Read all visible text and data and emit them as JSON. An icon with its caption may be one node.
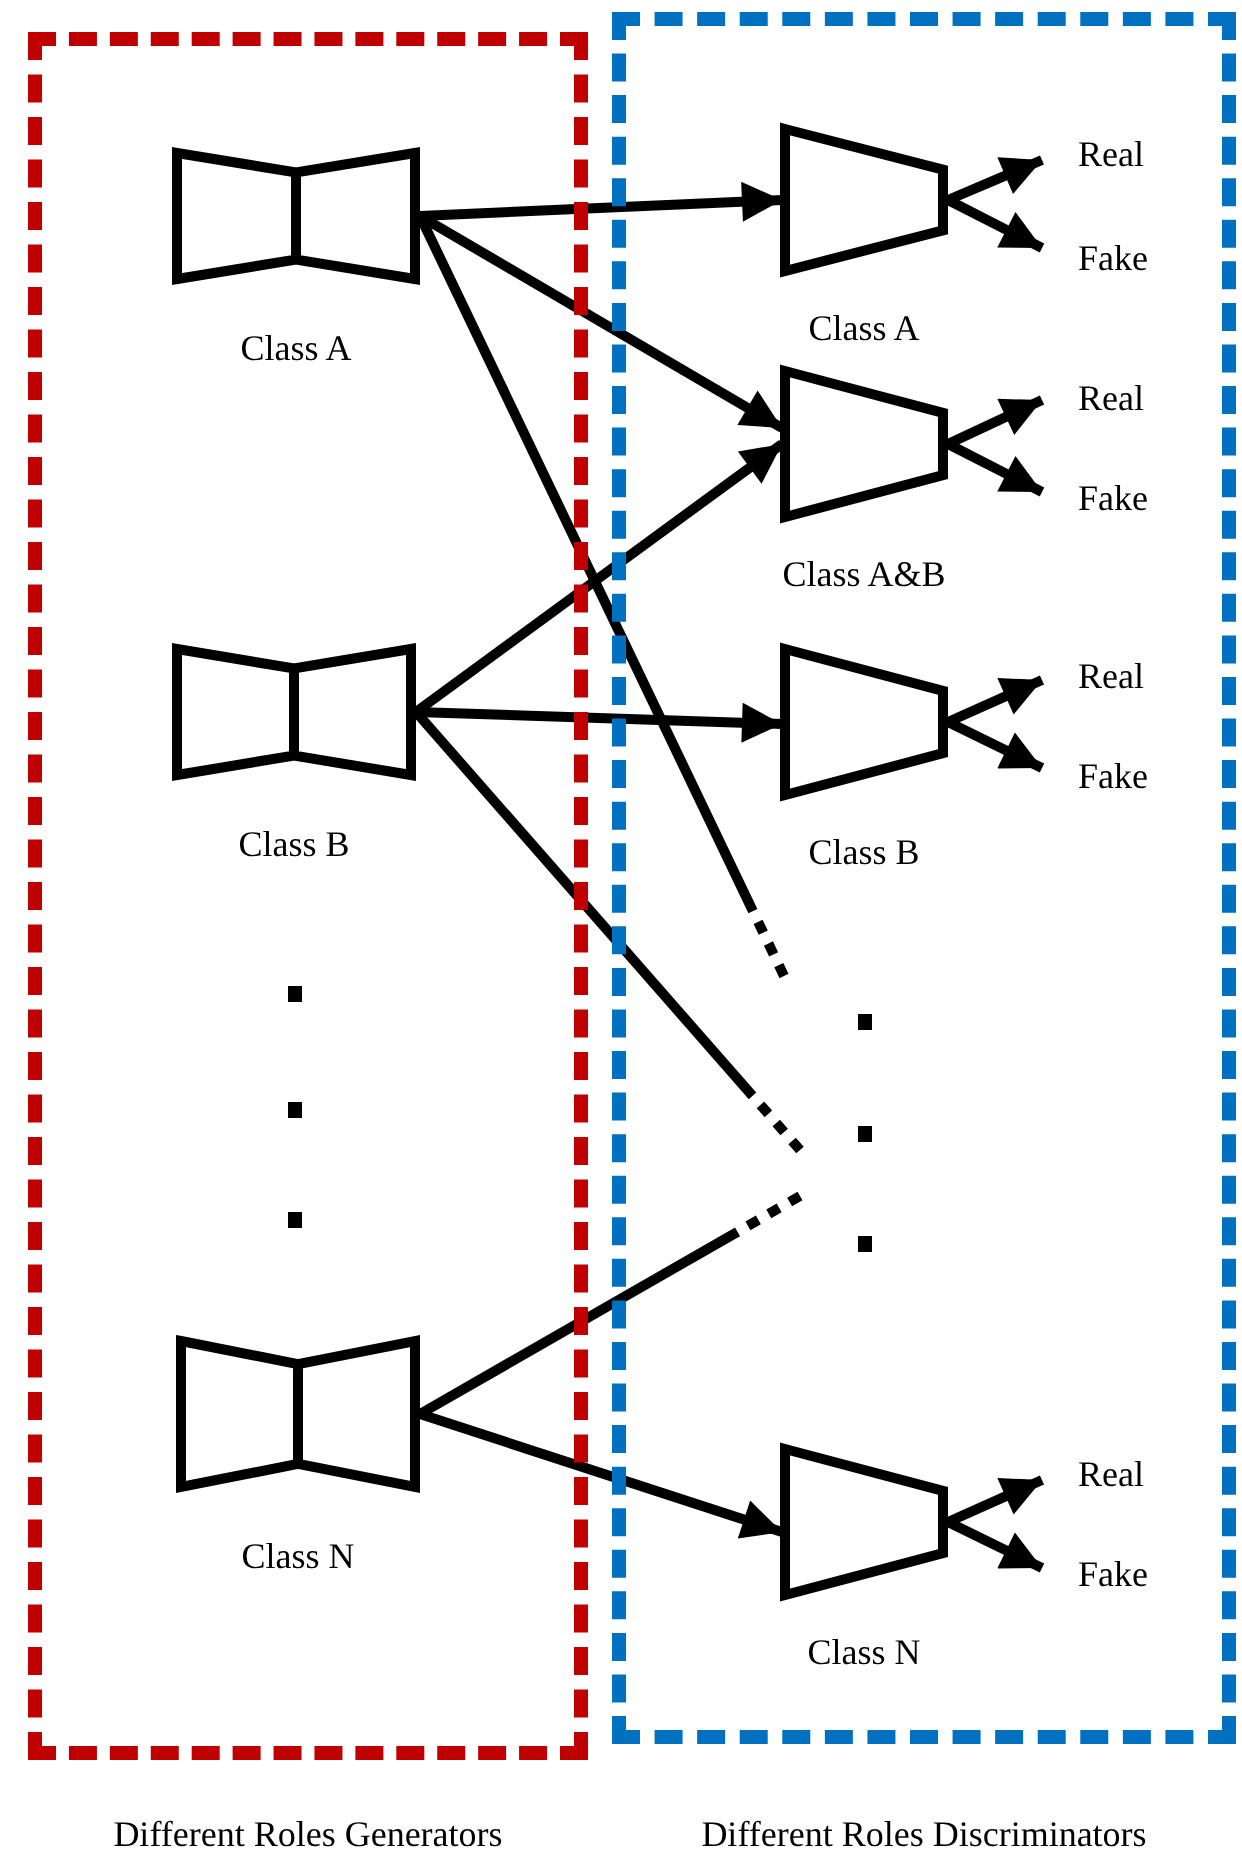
{
  "diagram": {
    "nodes": [
      {
        "text": [
          "Different Roles Generators"
        ]
      },
      {
        "text": [
          "Different Roles Discriminators"
        ]
      },
      {
        "text": [
          "Class A"
        ],
        "in": 0
      },
      {
        "text": [
          "Class B"
        ],
        "in": 0
      },
      {
        "text": [
          "Class N"
        ],
        "in": 0
      },
      {
        "text": [
          "Class A"
        ],
        "in": 1
      },
      {
        "text": [
          "Class A&B"
        ],
        "in": 1
      },
      {
        "text": [
          "Class B"
        ],
        "in": 1
      },
      {
        "text": [
          "Class N"
        ],
        "in": 1
      },
      {
        "text": [
          "Real"
        ],
        "in": 1
      },
      {
        "text": [
          "Fake"
        ],
        "in": 1
      },
      {
        "text": [
          "Real"
        ],
        "in": 1
      },
      {
        "text": [
          "Fake"
        ],
        "in": 1
      },
      {
        "text": [
          "Real"
        ],
        "in": 1
      },
      {
        "text": [
          "Fake"
        ],
        "in": 1
      },
      {
        "text": [
          "Real"
        ],
        "in": 1
      },
      {
        "text": [
          "Fake"
        ],
        "in": 1
      }
    ],
    "edges": [
      {
        "from": 2,
        "to": 5,
        "arrow": "to"
      },
      {
        "from": 2,
        "to": 6,
        "arrow": "to"
      },
      {
        "from": 2,
        "to": null,
        "arrow": "none",
        "style": "dashed"
      },
      {
        "from": 3,
        "to": 6,
        "arrow": "to"
      },
      {
        "from": 3,
        "to": 7,
        "arrow": "to"
      },
      {
        "from": 3,
        "to": null,
        "arrow": "none",
        "style": "dashed"
      },
      {
        "from": 4,
        "to": null,
        "arrow": "none",
        "style": "dashed"
      },
      {
        "from": 4,
        "to": 8,
        "arrow": "to"
      },
      {
        "from": 5,
        "to": 9,
        "arrow": "to"
      },
      {
        "from": 5,
        "to": 10,
        "arrow": "to"
      },
      {
        "from": 6,
        "to": 11,
        "arrow": "to"
      },
      {
        "from": 6,
        "to": 12,
        "arrow": "to"
      },
      {
        "from": 7,
        "to": 13,
        "arrow": "to"
      },
      {
        "from": 7,
        "to": 14,
        "arrow": "to"
      },
      {
        "from": 8,
        "to": 15,
        "arrow": "to"
      },
      {
        "from": 8,
        "to": 16,
        "arrow": "to"
      }
    ]
  }
}
